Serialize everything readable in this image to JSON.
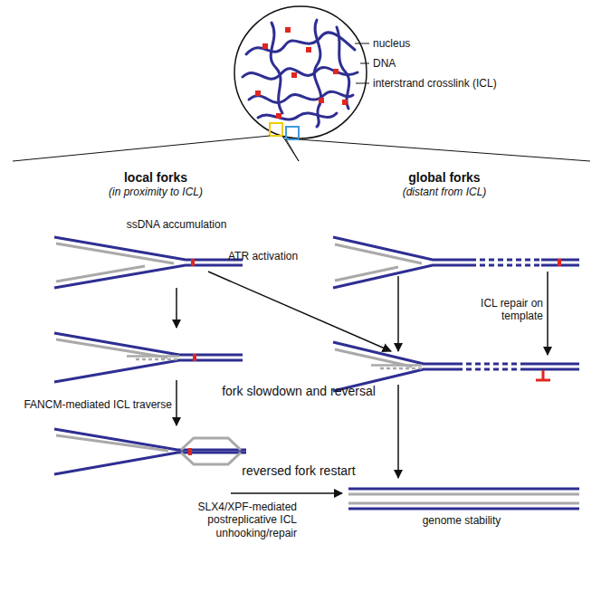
{
  "diagram": {
    "nodes": [
      {
        "text": [
          "local forks",
          "(in proximity to ICL)"
        ]
      },
      {
        "text": [
          "global forks",
          "(distant from ICL)"
        ]
      }
    ],
    "labels": [
      "nucleus",
      "DNA",
      "interstrand crosslink (ICL)",
      "ssDNA accumulation",
      "ATR activation",
      "fork slowdown and reversal",
      "FANCM-mediated ICL traverse",
      "reversed fork restart",
      "SLX4/XPF-mediated postreplicative ICL unhooking/repair",
      "ICL repair on template",
      "genome stability"
    ]
  }
}
